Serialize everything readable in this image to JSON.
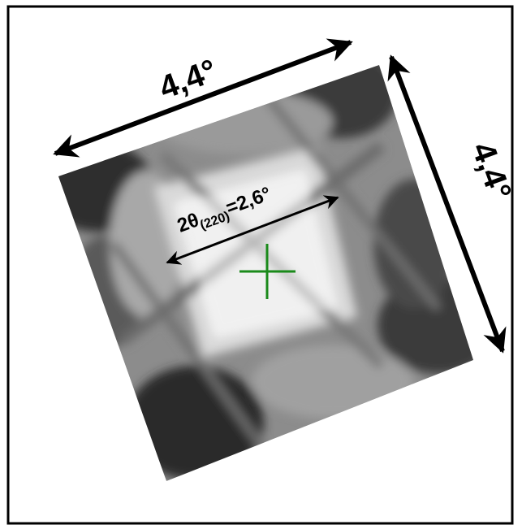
{
  "labels": {
    "width": "4,4°",
    "height": "4,4°",
    "bragg_prefix": "2θ",
    "bragg_subscript": "(220)",
    "bragg_value": "=2,6°"
  },
  "colors": {
    "frame": "#000000",
    "arrow": "#000000",
    "crosshair": "#1a8a1a",
    "pattern_bright": "#f2f2f2",
    "pattern_dark": "#2a2a2a"
  }
}
